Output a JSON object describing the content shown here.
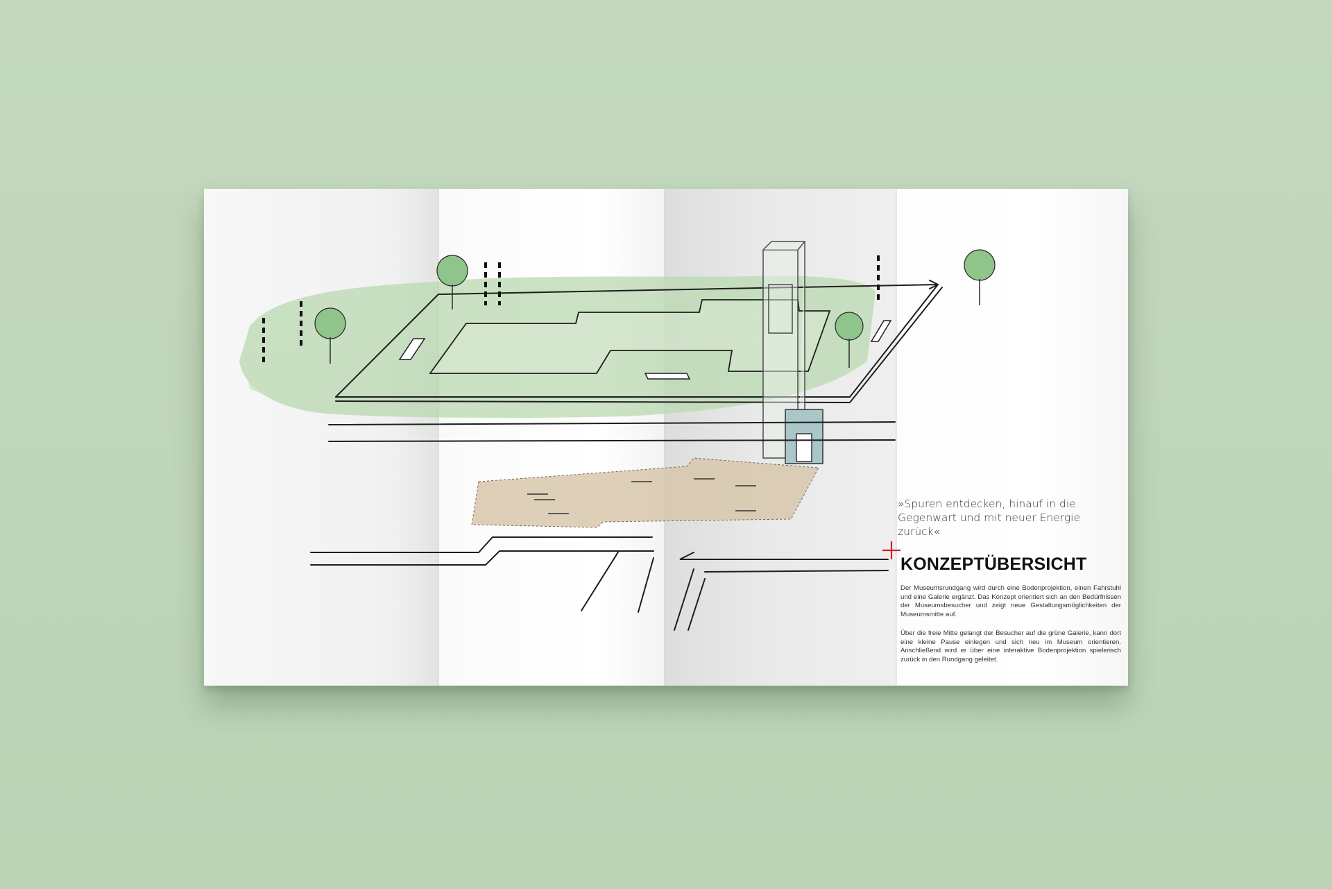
{
  "brochure": {
    "quote": "»Spuren entdecken, hinauf in die Gegenwart und mit neuer Energie zurück«",
    "title": "KONZEPTÜBERSICHT",
    "paragraph_1": "Der Museumsrundgang wird durch eine Bodenprojektion, einen Fahrstuhl und eine Galerie ergänzt. Das Konzept orientiert sich an den Bedürfnissen der Museumsbesucher und zeigt neue Gestaltungsmöglichkeiten der Museumsmitte auf.",
    "paragraph_2": "Über die freie Mitte gelangt der Besucher auf die grüne Galerie, kann dort eine kleine Pause einlegen und sich neu im Museum orientieren. Anschließend wird er über eine interaktive Bodenprojektion spielerisch zurück in den Rundgang geleitet.",
    "accent_color": "#d42020",
    "sketch_green": "#b9d9b0",
    "projection_color": "#d9c7ad"
  }
}
